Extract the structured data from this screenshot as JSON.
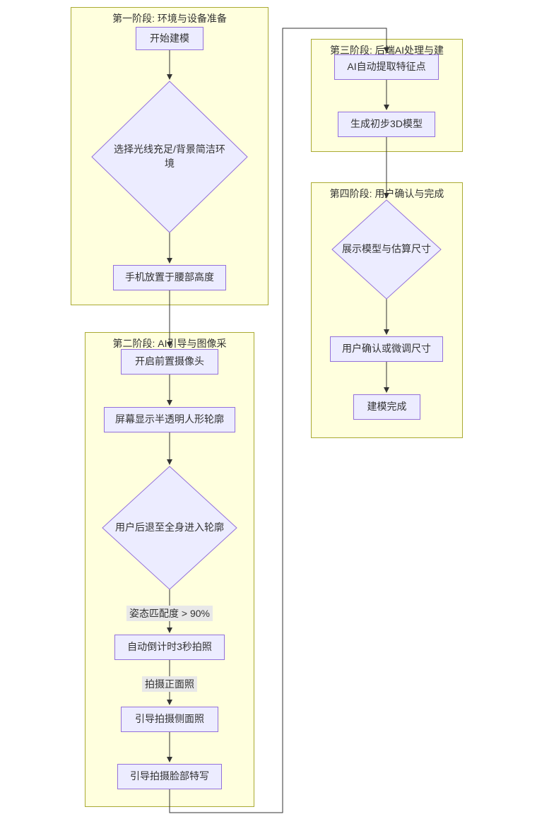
{
  "diagram": {
    "type": "flowchart",
    "colors": {
      "node_fill": "#ECECFF",
      "node_border": "#9370DB",
      "phase_fill": "#FFFFDE",
      "phase_border": "#AAAA33",
      "edge": "#333333",
      "edge_label_bg": "#E8E8E8",
      "text": "#333333"
    },
    "phases": [
      {
        "title": "第一阶段: 环境与设备准备"
      },
      {
        "title": "第二阶段: AI引导与图像采"
      },
      {
        "title": "第三阶段: 后端AI处理与建"
      },
      {
        "title": "第四阶段: 用户确认与完成"
      }
    ],
    "nodes": {
      "start": "开始建模",
      "env_choice": "选择光线充足/背景简洁环境",
      "phone_waist": "手机放置于腰部高度",
      "front_camera": "开启前置摄像头",
      "silhouette": "屏幕显示半透明人形轮廓",
      "step_back": "用户后退至全身进入轮廓",
      "countdown": "自动倒计时3秒拍照",
      "side_photo": "引导拍摄侧面照",
      "face_closeup": "引导拍摄脸部特写",
      "ai_extract": "AI自动提取特征点",
      "gen_model": "生成初步3D模型",
      "show_model": "展示模型与估算尺寸",
      "confirm_adjust": "用户确认或微调尺寸",
      "done": "建模完成"
    },
    "edge_labels": {
      "pose_match": "姿态匹配度 > 90%",
      "front_photo": "拍摄正面照"
    }
  }
}
